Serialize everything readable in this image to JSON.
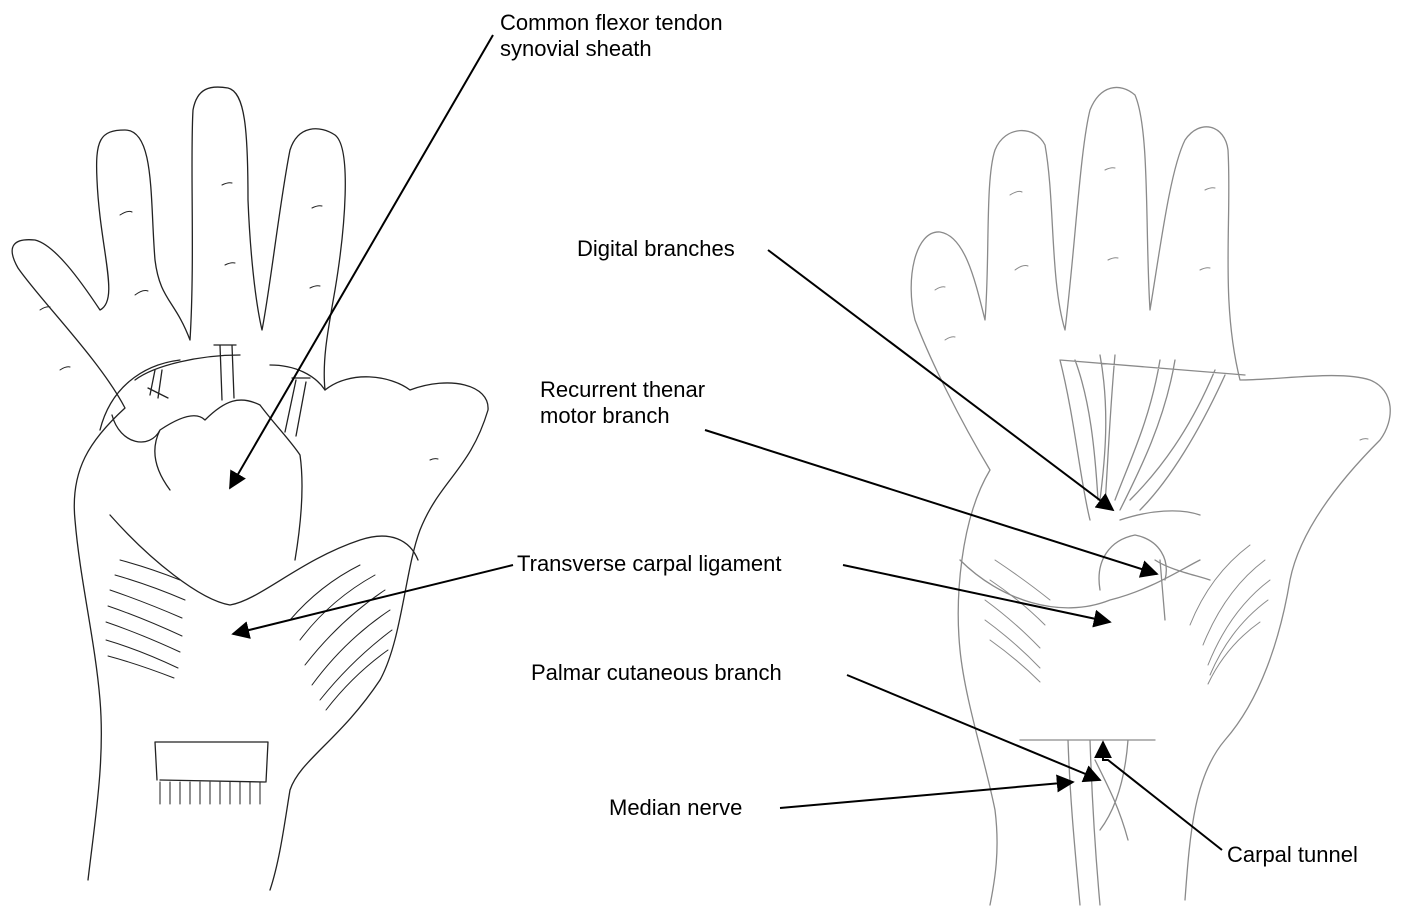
{
  "labels": {
    "common_flexor_line1": "Common flexor tendon",
    "common_flexor_line2": "synovial sheath",
    "digital_branches": "Digital branches",
    "recurrent_line1": "Recurrent thenar",
    "recurrent_line2": "motor branch",
    "transverse_carpal": "Transverse carpal ligament",
    "palmar_cutaneous": "Palmar cutaneous branch",
    "median_nerve": "Median nerve",
    "carpal_tunnel": "Carpal tunnel"
  },
  "colors": {
    "left_hand_stroke": "#222222",
    "right_hand_stroke": "#8a8a8a",
    "leader_stroke": "#000000"
  }
}
